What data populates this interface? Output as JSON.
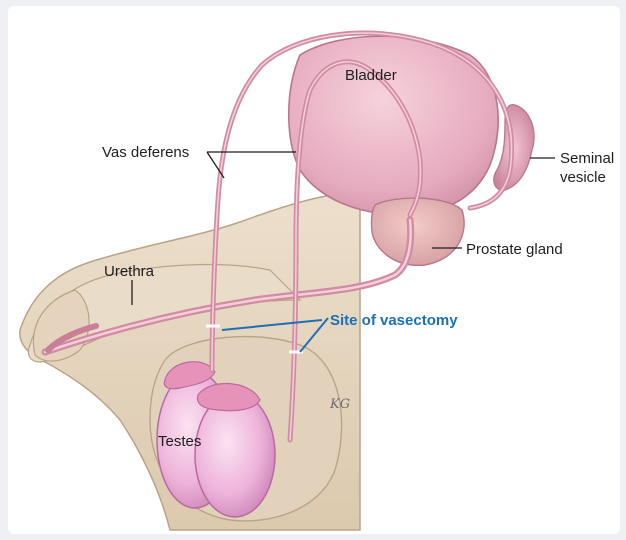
{
  "labels": {
    "bladder": "Bladder",
    "vas_deferens": "Vas deferens",
    "seminal_vesicle_line1": "Seminal",
    "seminal_vesicle_line2": "vesicle",
    "urethra": "Urethra",
    "prostate_gland": "Prostate gland",
    "site_of_vasectomy": "Site of vasectomy",
    "testes": "Testes",
    "artist_signature": "KG"
  },
  "colors": {
    "background": "#eef0f3",
    "panel": "#ffffff",
    "skin": "#e6d6c0",
    "skin_outline": "#b9a488",
    "organ_pink": "#e4a8bc",
    "organ_light": "#f2c6d3",
    "organ_outline": "#b9778f",
    "testes_fill": "#e9a6d4",
    "testes_light": "#f7d5ea",
    "duct": "#cf8ca2",
    "duct_highlight": "#f6cdd9",
    "leader_line": "#1e1e1e",
    "accent_blue": "#1f6fb5"
  }
}
